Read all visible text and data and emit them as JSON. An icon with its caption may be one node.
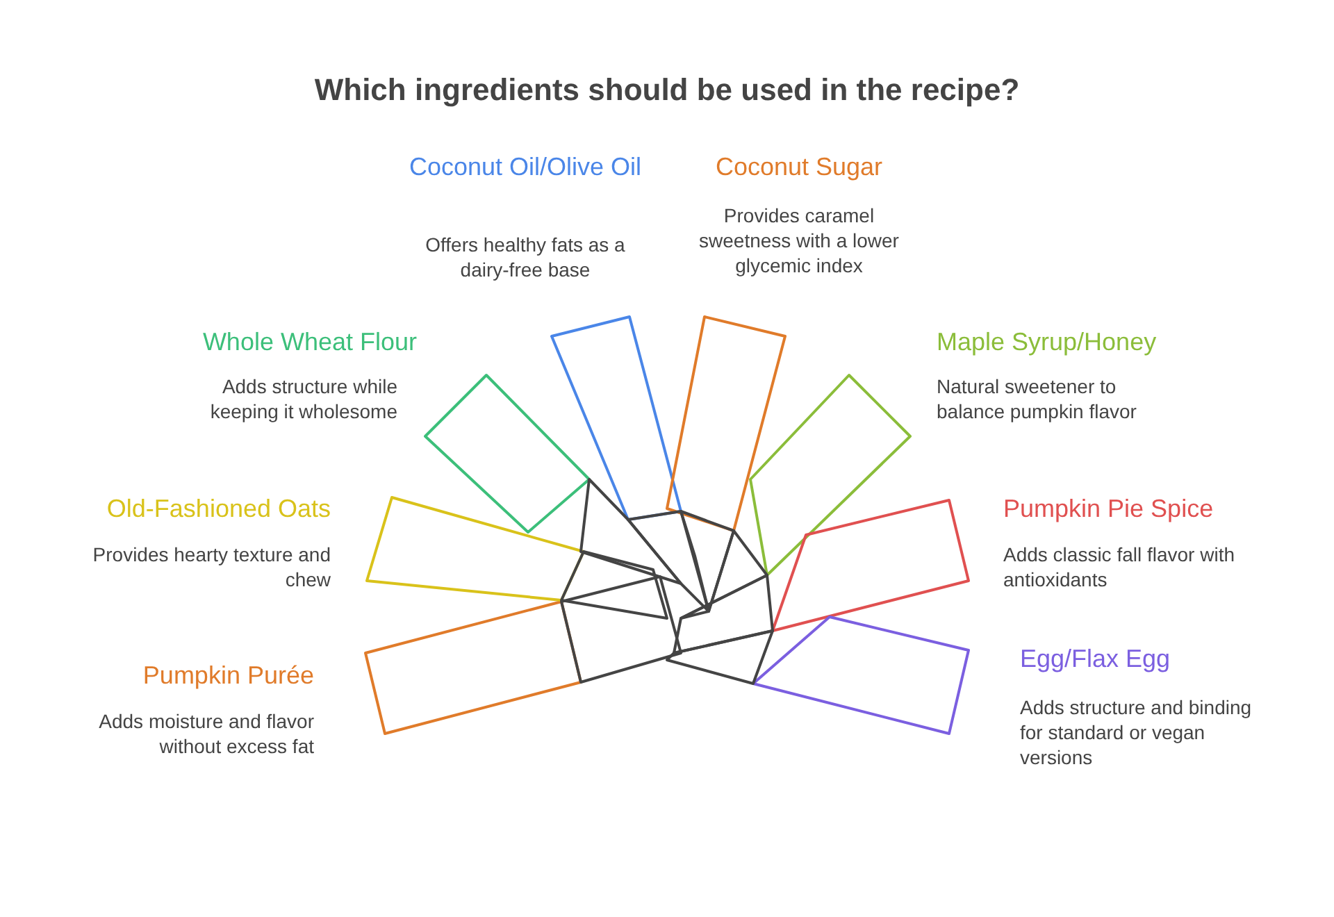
{
  "diagram": {
    "title": "Which ingredients should be used in the recipe?",
    "labels": [
      "Coconut Oil/Olive Oil",
      "Offers healthy fats as a dairy-free base",
      "Coconut Sugar",
      "Provides caramel sweetness with a lower glycemic index",
      "Whole Wheat Flour",
      "Adds structure while keeping it wholesome",
      "Maple Syrup/Honey",
      "Natural sweetener to balance pumpkin flavor",
      "Old-Fashioned Oats",
      "Provides hearty texture and chew",
      "Pumpkin Pie Spice",
      "Adds classic fall flavor with antioxidants",
      "Pumpkin Purée",
      "Adds moisture and flavor without excess fat",
      "Egg/Flax Egg",
      "Adds structure and binding for standard or vegan versions"
    ]
  }
}
